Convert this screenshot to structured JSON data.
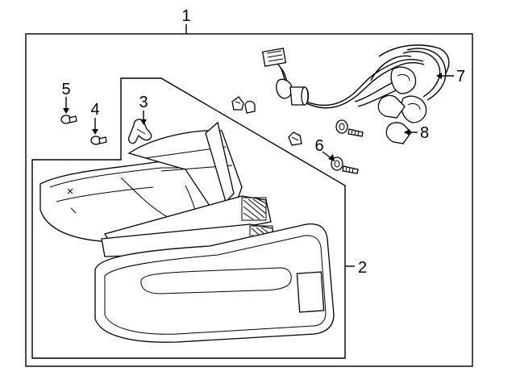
{
  "diagram": {
    "callouts": [
      {
        "id": "1",
        "label": "1"
      },
      {
        "id": "2",
        "label": "2"
      },
      {
        "id": "3",
        "label": "3"
      },
      {
        "id": "4",
        "label": "4"
      },
      {
        "id": "5",
        "label": "5"
      },
      {
        "id": "6",
        "label": "6"
      },
      {
        "id": "7",
        "label": "7"
      },
      {
        "id": "8",
        "label": "8"
      }
    ],
    "colors": {
      "line": "#000000",
      "background": "#ffffff",
      "screen": "#d0d0d0"
    }
  }
}
